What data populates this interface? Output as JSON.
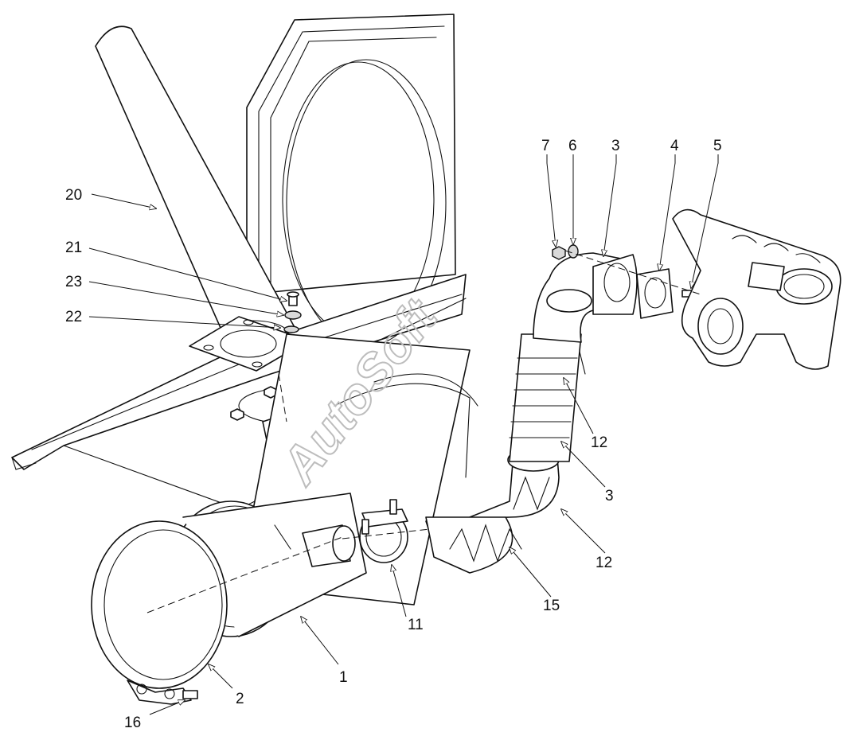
{
  "watermark": "AutoSoft",
  "callouts": {
    "c1": "1",
    "c2": "2",
    "c3a": "3",
    "c3b": "3",
    "c4": "4",
    "c5": "5",
    "c6": "6",
    "c7": "7",
    "c11": "11",
    "c12a": "12",
    "c12b": "12",
    "c15": "15",
    "c16": "16",
    "c20": "20",
    "c21": "21",
    "c22": "22",
    "c23": "23"
  }
}
